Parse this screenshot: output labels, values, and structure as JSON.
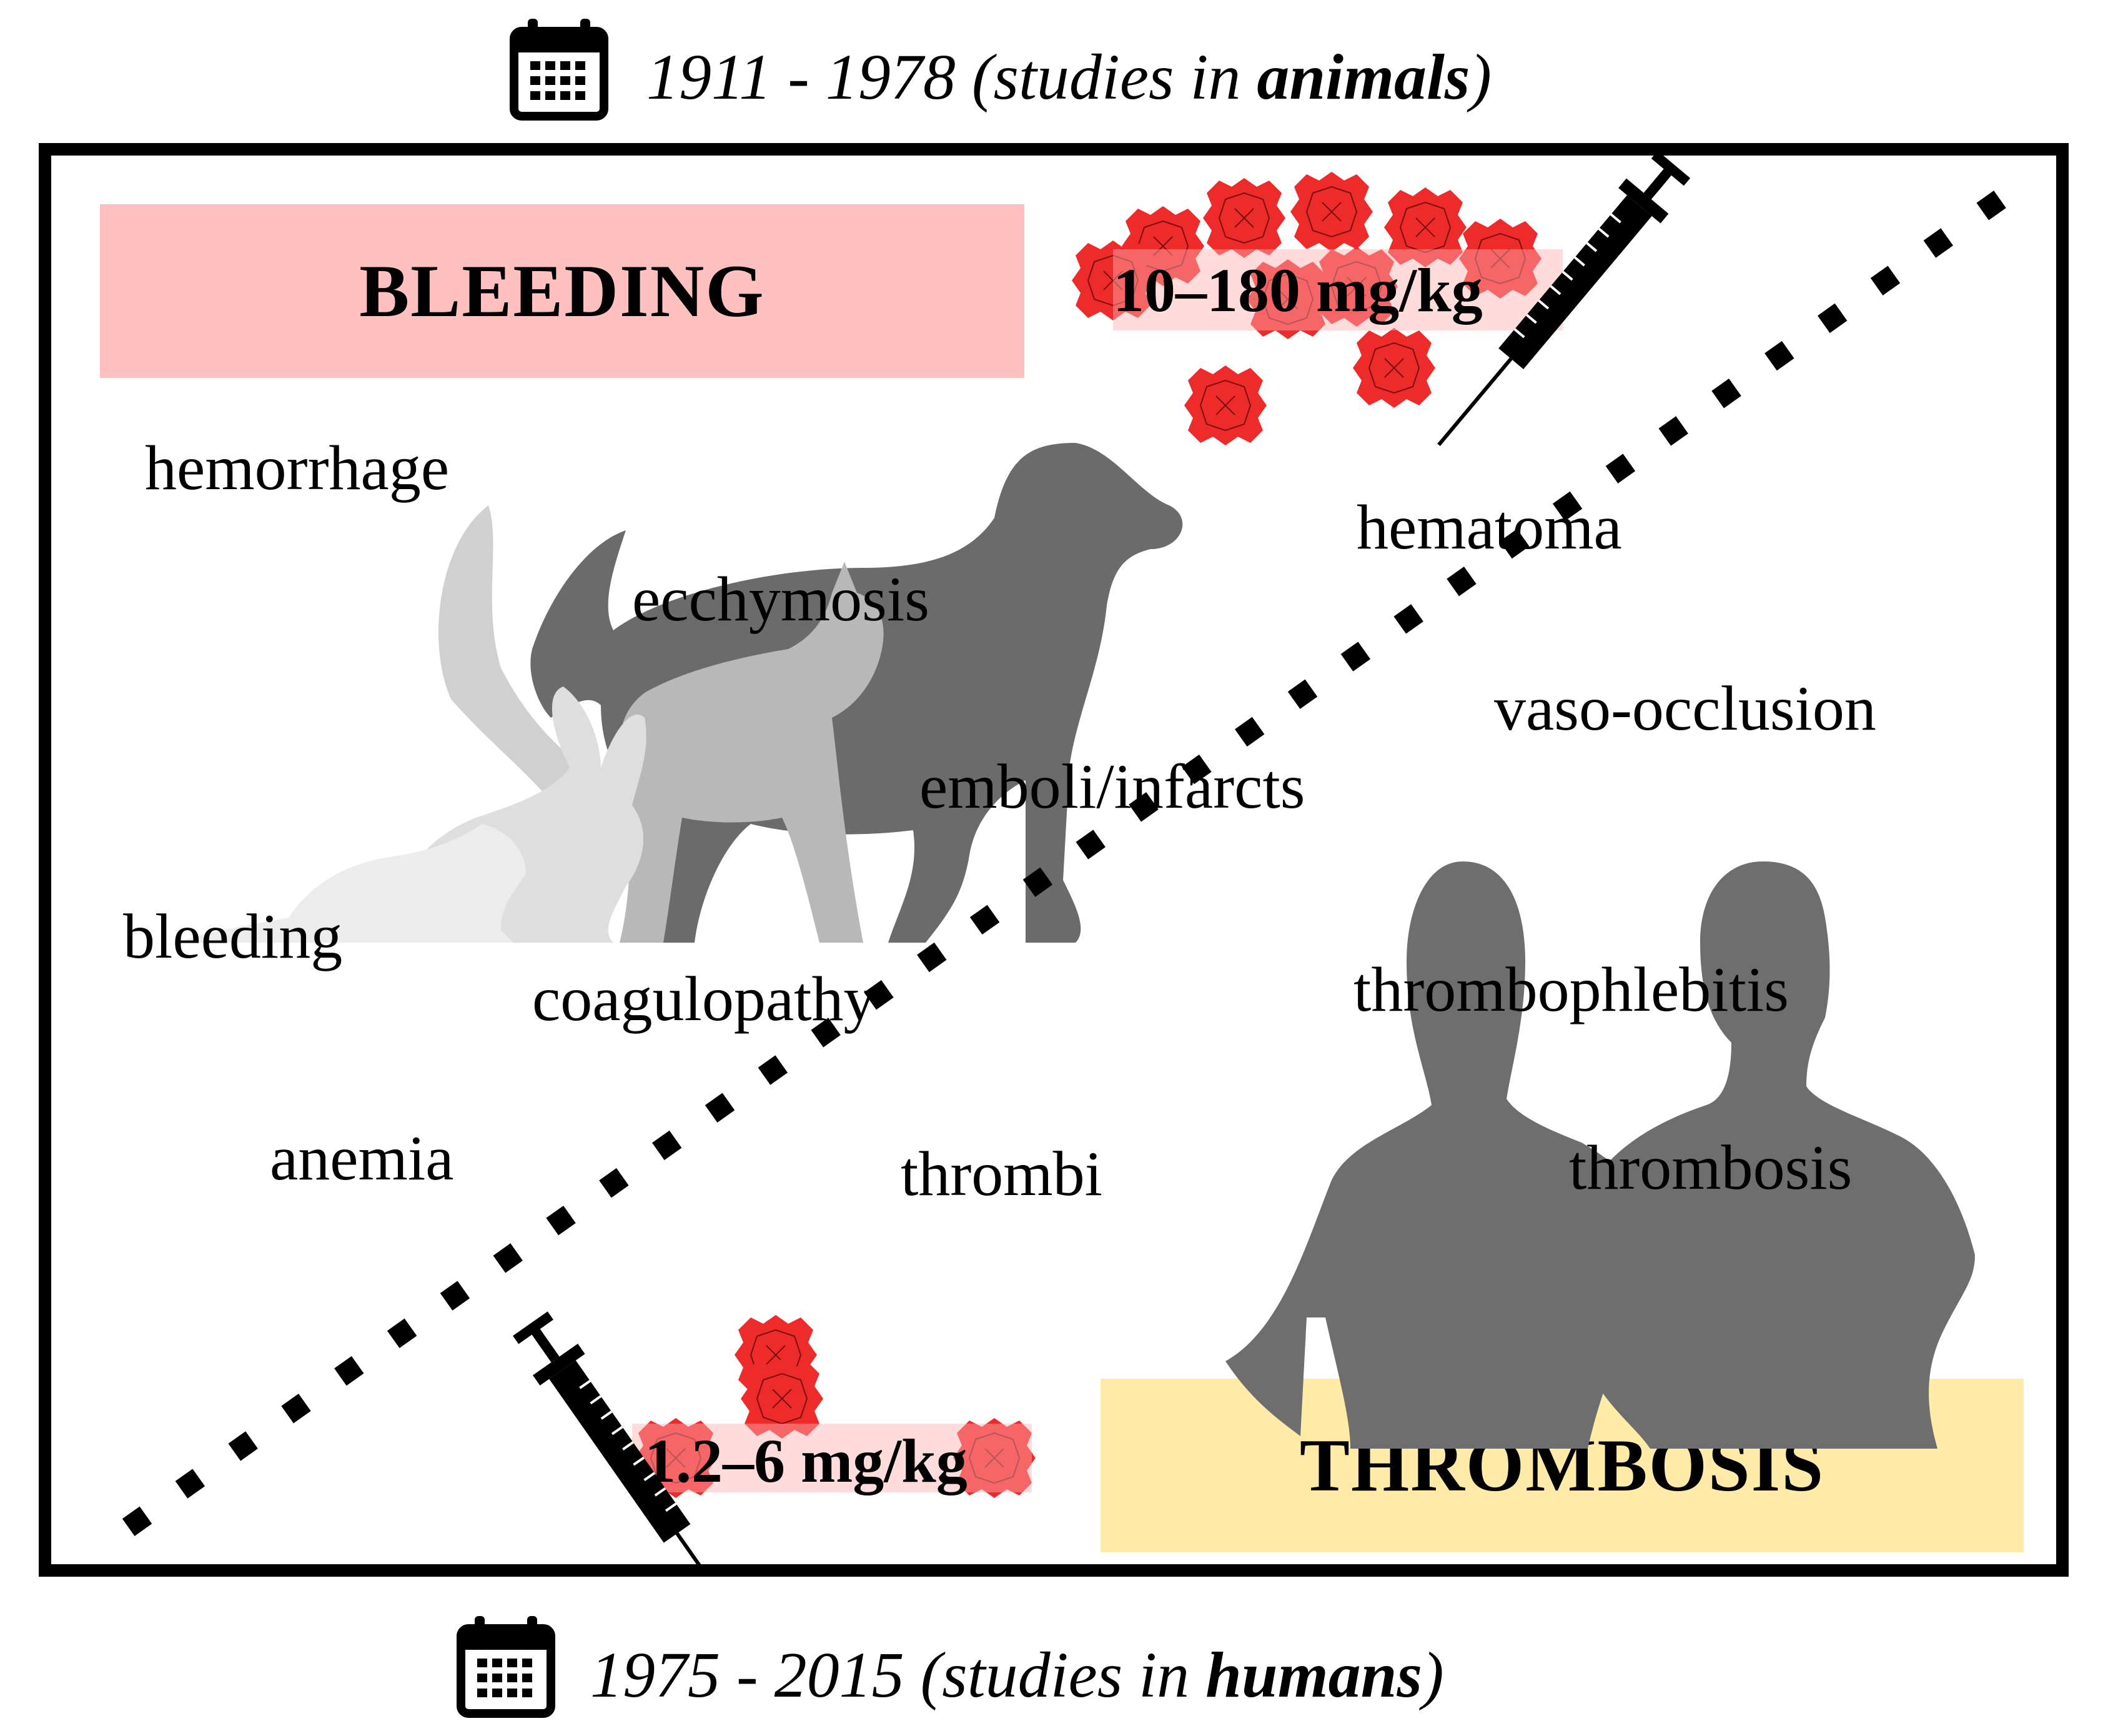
{
  "top_period": {
    "range": "1911 - 1978",
    "prefix": "(studies in ",
    "emph": "animals",
    "suffix": ")",
    "icon": "calendar-icon"
  },
  "bottom_period": {
    "range": "1975 - 2015",
    "prefix": "(studies in ",
    "emph": "humans",
    "suffix": ")",
    "icon": "calendar-icon"
  },
  "bleeding_banner": {
    "label": "BLEEDING",
    "color": "#ffc0c0"
  },
  "thrombosis_banner": {
    "label": "THROMBOSIS",
    "color": "#ffeaa8"
  },
  "doses": {
    "high": "10–180 mg/kg",
    "low": "1.2–6 mg/kg"
  },
  "terms": {
    "hemorrhage": "hemorrhage",
    "ecchymosis": "ecchymosis",
    "hematoma": "hematoma",
    "vaso_occlusion": "vaso-occlusion",
    "emboli": "emboli/infarcts",
    "bleeding": "bleeding",
    "coagulopathy": "coagulopathy",
    "thrombophlebitis": "thrombophlebitis",
    "anemia": "anemia",
    "thrombi": "thrombi",
    "thrombosis": "thrombosis"
  },
  "icons": [
    "calendar-icon",
    "syringe-icon",
    "heme-molecule-icon",
    "dog-silhouette",
    "cat-silhouette",
    "rabbit-silhouette",
    "rat-silhouette",
    "woman-silhouette",
    "man-silhouette"
  ],
  "colors": {
    "molecule": "#ee2b2b",
    "animal_dark": "#6b6b6b",
    "human": "#6e6e6e"
  }
}
